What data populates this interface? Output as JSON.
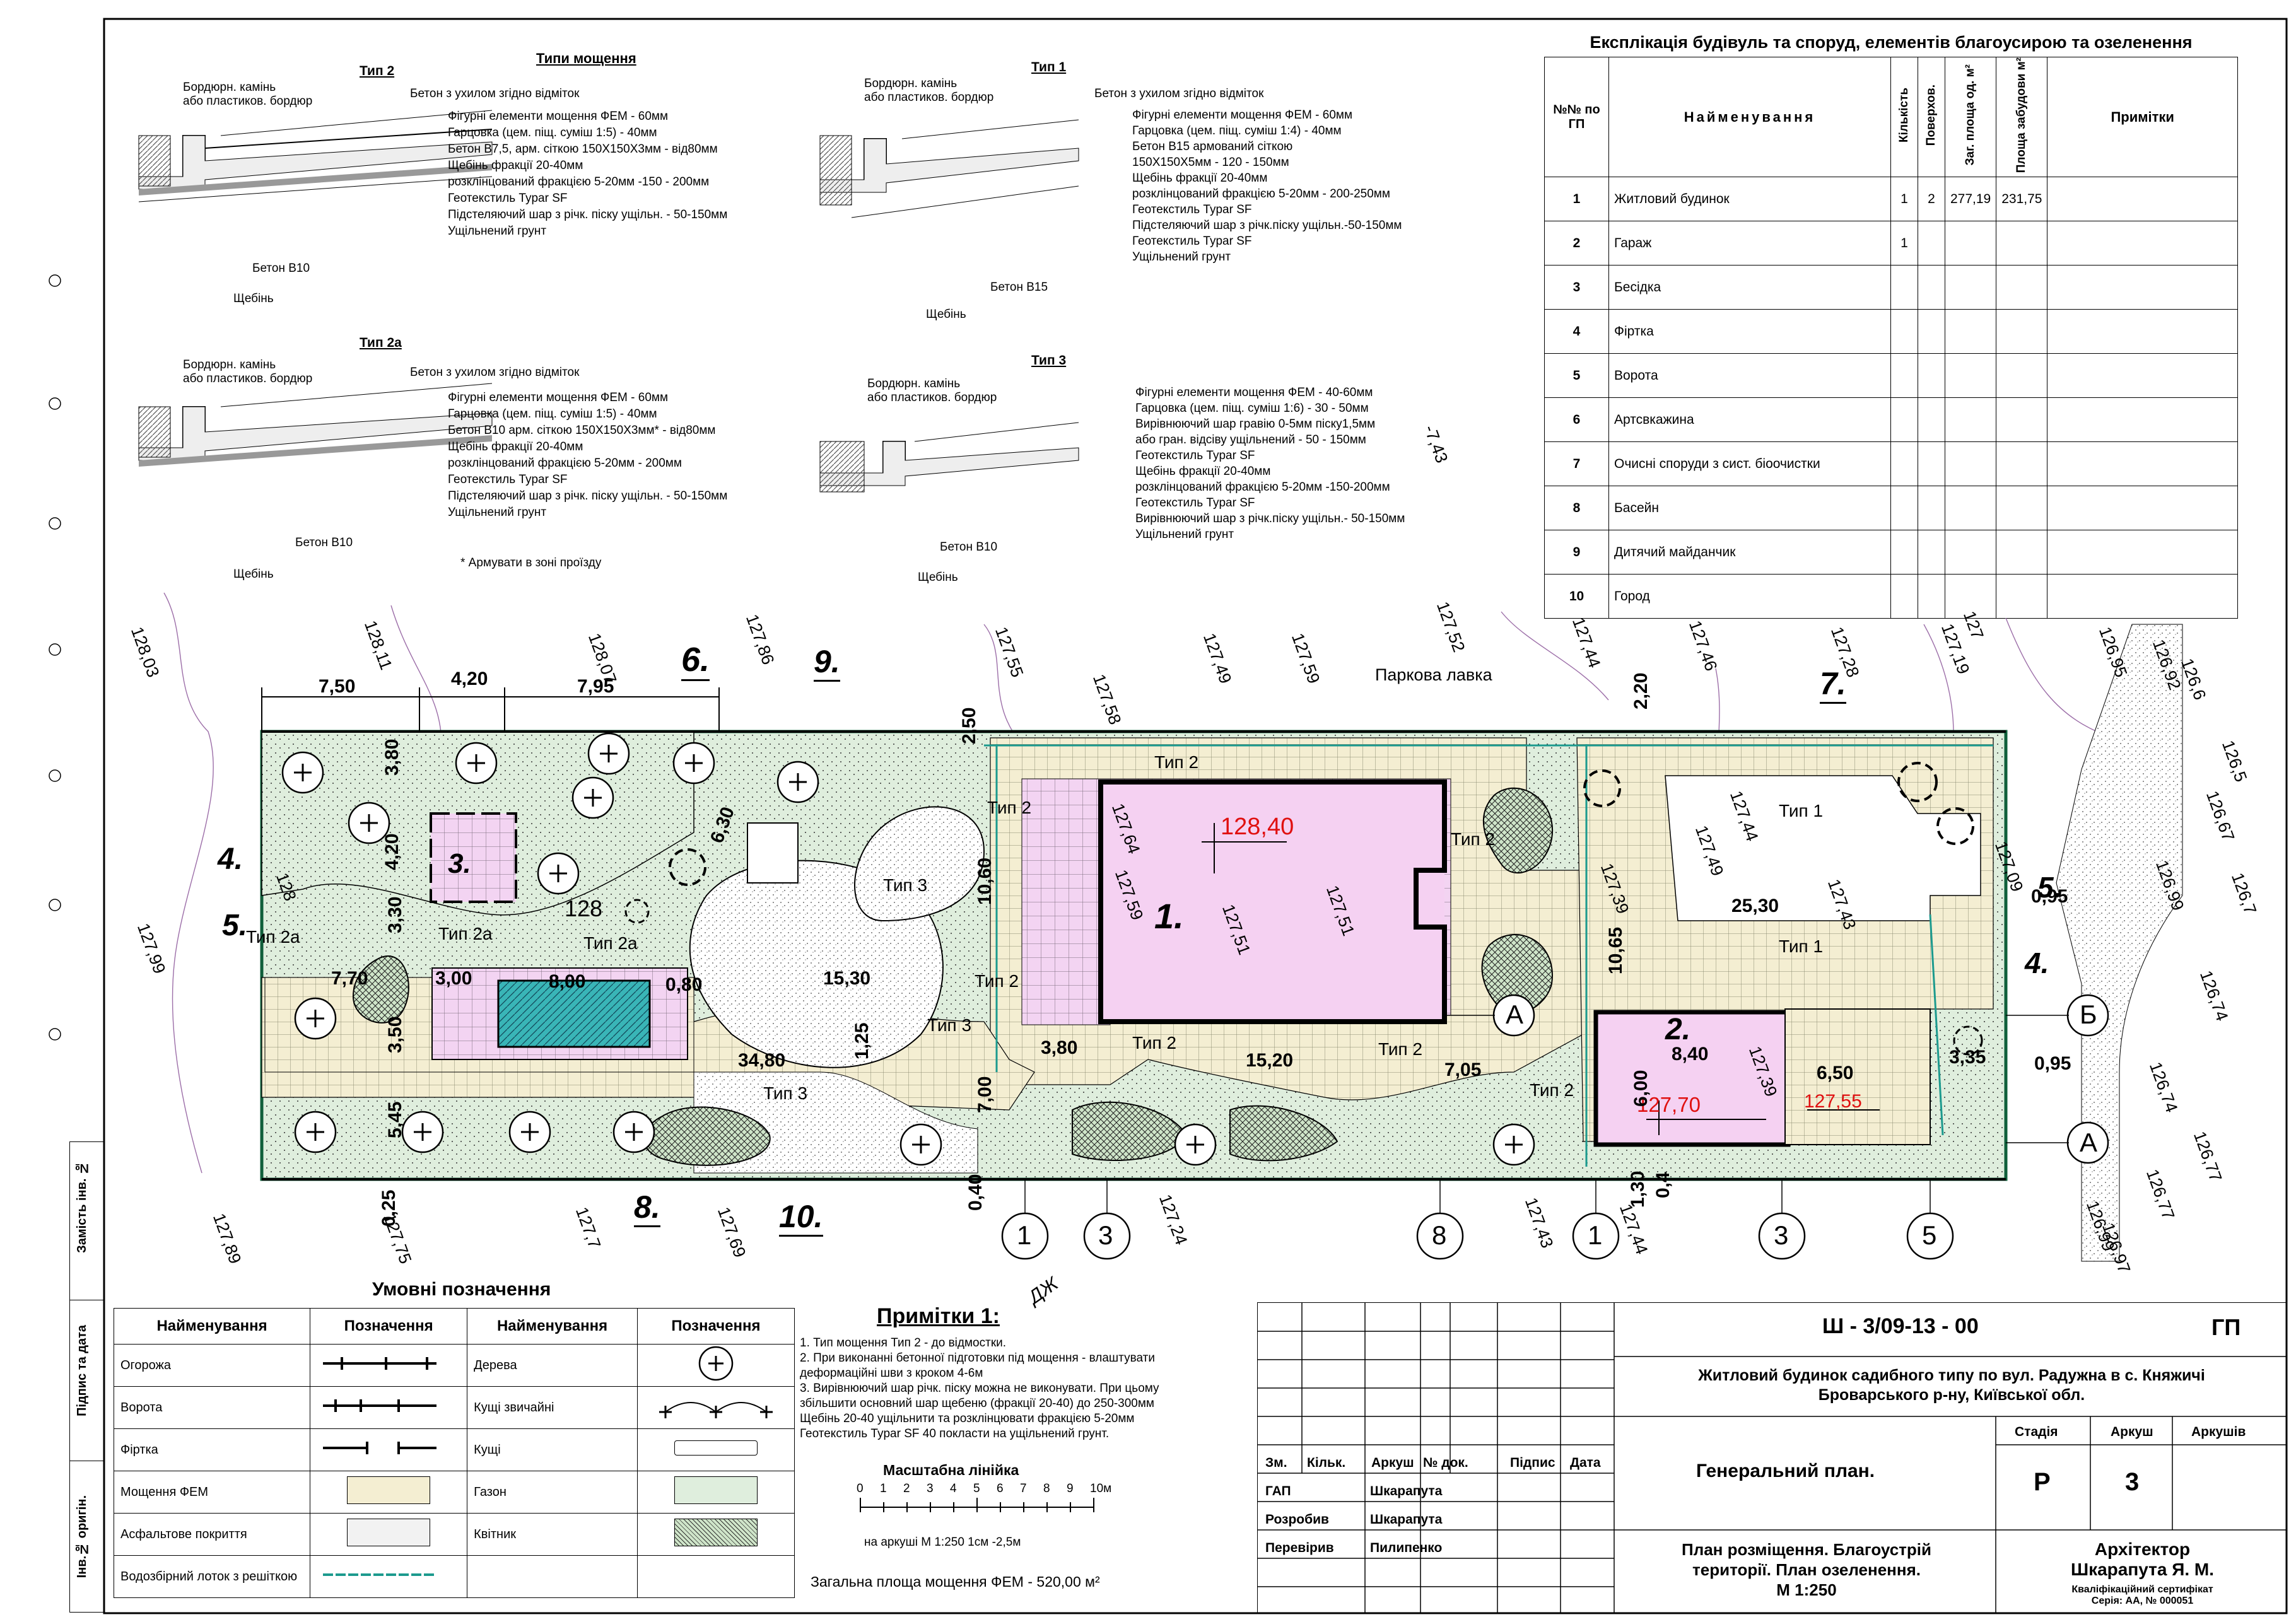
{
  "explication": {
    "title": "Експлікація будівуль та споруд, елементів благоусирою та озеленення",
    "headers": {
      "num": "№№ по ГП",
      "name": "Найменування",
      "count": "Кількість",
      "floors": "Поверхов.",
      "area_total": "Заг. площа од. м²",
      "area_built": "Площа забудови м²",
      "notes": "Примітки"
    },
    "rows": [
      {
        "num": "1",
        "name": "Житловий будинок",
        "count": "1",
        "floors": "2",
        "area_total": "277,19",
        "area_built": "231,75"
      },
      {
        "num": "2",
        "name": "Гараж",
        "count": "1",
        "floors": "",
        "area_total": "",
        "area_built": ""
      },
      {
        "num": "3",
        "name": "Бесідка",
        "count": "",
        "floors": "",
        "area_total": "",
        "area_built": ""
      },
      {
        "num": "4",
        "name": "Фіртка",
        "count": "",
        "floors": "",
        "area_total": "",
        "area_built": ""
      },
      {
        "num": "5",
        "name": "Ворота",
        "count": "",
        "floors": "",
        "area_total": "",
        "area_built": ""
      },
      {
        "num": "6",
        "name": "Артсвкажина",
        "count": "",
        "floors": "",
        "area_total": "",
        "area_built": ""
      },
      {
        "num": "7",
        "name": "Очисні споруди з сист. біоочистки",
        "count": "",
        "floors": "",
        "area_total": "",
        "area_built": ""
      },
      {
        "num": "8",
        "name": "Басейн",
        "count": "",
        "floors": "",
        "area_total": "",
        "area_built": ""
      },
      {
        "num": "9",
        "name": "Дитячий майданчик",
        "count": "",
        "floors": "",
        "area_total": "",
        "area_built": ""
      },
      {
        "num": "10",
        "name": "Город",
        "count": "",
        "floors": "",
        "area_total": "",
        "area_built": ""
      }
    ]
  },
  "paving": {
    "title": "Типи мощення",
    "type2": {
      "name": "Тип 2",
      "curb": [
        "Бордюрн. камінь",
        "або пластиков. бордюр"
      ],
      "slope": "Бетон з ухилом згідно відміток",
      "layers": [
        "Фігурні елементи мощення ФЕМ - 60мм",
        "Гарцовка (цем. піщ. суміш 1:5) - 40мм",
        "Бетон В7,5, арм. сіткою 150Х150Х3мм - від80мм",
        "Щебінь фракції 20-40мм",
        "розклінцований фракцією 5-20мм -150 - 200мм",
        "Геотекстиль Typar SF",
        "Підстеляючий шар з річк. піску ущільн. - 50-150мм",
        "Ущільнений грунт"
      ],
      "concrete": "Бетон В10",
      "gravel": "Щебінь"
    },
    "type1": {
      "name": "Тип 1",
      "curb": [
        "Бордюрн. камінь",
        "або пластиков. бордюр"
      ],
      "slope": "Бетон з ухилом згідно відміток",
      "layers": [
        "Фігурні елементи мощення ФЕМ - 60мм",
        "Гарцовка (цем. піщ. суміш 1:4) - 40мм",
        "Бетон В15 армований сіткою",
        "150Х150Х5мм - 120 - 150мм",
        "Щебінь фракції 20-40мм",
        "розклінцований фракцією 5-20мм - 200-250мм",
        "Геотекстиль Typar SF",
        "Підстеляючий шар з річк.піску ущільн.-50-150мм",
        "Геотекстиль Typar SF",
        "Ущільнений грунт"
      ],
      "concrete": "Бетон В15",
      "gravel": "Щебінь"
    },
    "type2a": {
      "name": "Тип 2а",
      "curb": [
        "Бордюрн. камінь",
        "або пластиков. бордюр"
      ],
      "slope": "Бетон з ухилом згідно відміток",
      "layers": [
        "Фігурні елементи мощення ФЕМ - 60мм",
        "Гарцовка (цем. піщ. суміш 1:5) - 40мм",
        "Бетон В10 арм. сіткою 150Х150Х3мм* - від80мм",
        "Щебінь фракції 20-40мм",
        "розклінцований фракцією 5-20мм - 200мм",
        "Геотекстиль Typar SF",
        "Підстеляючий шар з річк. піску ущільн. - 50-150мм",
        "Ущільнений грунт"
      ],
      "concrete": "Бетон В10",
      "gravel": "Щебінь",
      "footnote": "* Армувати в зоні проїзду"
    },
    "type3": {
      "name": "Тип 3",
      "curb": [
        "Бордюрн. камінь",
        "або пластиков. бордюр"
      ],
      "layers": [
        "Фігурні елементи мощення ФЕМ - 40-60мм",
        "Гарцовка (цем. піщ. суміш 1:6) - 30 - 50мм",
        "Вирівнюючий шар гравію 0-5мм піску1,5мм",
        "або гран. відсіву ущільнений - 50 - 150мм",
        "Геотекстиль Typar SF",
        "Щебінь фракції 20-40мм",
        "розклінцований фракцією 5-20мм -150-200мм",
        "Геотекстиль Typar SF",
        "Вирівнюючий шар з річк.піску ущільн.- 50-150мм",
        "Ущільнений грунт"
      ],
      "concrete": "Бетон В10",
      "gravel": "Щебінь"
    }
  },
  "plan": {
    "house_elev": "128,40",
    "garage_elev": "127,70",
    "garage_elev2": "127,55",
    "house_num": "1.",
    "garage_num": "2.",
    "gazebo_num": "3.",
    "gate_left": "4.",
    "gate_left2": "5.",
    "gate_right": "5.",
    "gate_right2": "4.",
    "well_num": "6.",
    "septic_num": "7.",
    "pool_num": "8.",
    "playground_num": "9.",
    "garden_num": "10.",
    "bench_label": "Паркова лавка",
    "road_label": "ДЖ",
    "dims": [
      "7,50",
      "4,20",
      "7,95",
      "2,50",
      "10,60",
      "10,65",
      "25,30",
      "15,30",
      "34,80",
      "15,20",
      "7,05",
      "3,80",
      "7,00",
      "8,00",
      "3,00",
      "0,80",
      "7,70",
      "8,40",
      "6,50",
      "6,00",
      "3,35",
      "0,95",
      "0,95",
      "2,20",
      "1,30",
      "0,4",
      "0,40",
      "0,25",
      "5,45",
      "3,50",
      "3,30",
      "3,80",
      "4,20",
      "6,30",
      "1,25"
    ],
    "paving_labels": [
      "Тип 2",
      "Тип 2",
      "Тип 2",
      "Тип 2",
      "Тип 2",
      "Тип 2",
      "Тип 2",
      "Тип 2а",
      "Тип 2а",
      "Тип 2а",
      "Тип 3",
      "Тип 3",
      "Тип 3",
      "Тип 1",
      "Тип 1"
    ],
    "elevations": [
      "128,03",
      "128,11",
      "128,07",
      "127,86",
      "127,55",
      "127,58",
      "127,49",
      "127,59",
      "127,52",
      "127,44",
      "127,46",
      "127,28",
      "127,19",
      "127",
      "126,95",
      "126,92",
      "126,6",
      "126,5",
      "126,67",
      "126,99",
      "126,7",
      "126,74",
      "126,74",
      "126,77",
      "126,77",
      "126,97",
      "126,99",
      "127,99",
      "127,89",
      "127,75",
      "127,7",
      "127,69",
      "127,24",
      "127,43",
      "127,44",
      "127,64",
      "127,59",
      "127,51",
      "127,51",
      "127,49",
      "127,43",
      "127,39",
      "127,39",
      "127,44",
      "127,09",
      "128",
      "128",
      "-7,43"
    ],
    "axes": [
      "1",
      "3",
      "8",
      "1",
      "3",
      "5",
      "А",
      "Б",
      "А"
    ]
  },
  "legend": {
    "title": "Умовні позначення",
    "h_name": "Найменування",
    "h_sign": "Позначення",
    "left": [
      "Огорожа",
      "Ворота",
      "Фіртка",
      "Мощення ФЕМ",
      "Асфальтове покриття",
      "Водозбірний лоток з решіткою"
    ],
    "right": [
      "Дерева",
      "Кущі звичайні",
      "Кущі",
      "Газон",
      "Квітник"
    ]
  },
  "notes": {
    "title": "Примітки 1:",
    "lines": [
      "1. Тип мощення Тип 2 - до відмостки.",
      "2. При виконанні бетонної підготовки під мощення - влаштувати",
      "деформаційні шви з кроком 4-6м",
      "3. Вирівнюючий шар річк. піску можна не виконувати. При цьому",
      "збільшити основний шар щебеню (фракції 20-40) до 250-300мм",
      "Щебінь 20-40 ущільнити та розклінцювати фракцією 5-20мм",
      "Геотекстиль Typar SF 40 покласти на ущільнений грунт."
    ],
    "scale_title": "Масштабна лінійка",
    "scale_ticks": [
      "0",
      "1",
      "2",
      "3",
      "4",
      "5",
      "6",
      "7",
      "8",
      "9",
      "10м"
    ],
    "scale_note": "на аркуші М 1:250 1см -2,5м",
    "total_area": "Загальна площа мощення ФЕМ - 520,00 м²"
  },
  "side_stamp": [
    "Інв.№ оригін.",
    "Підпис та дата",
    "Замість інв. №"
  ],
  "titleblock": {
    "code": "Ш - 3/09-13 - 00",
    "sheet_type": "ГП",
    "project": [
      "Житловий будинок садибного типу по вул. Радужна в с. Княжичі",
      "Броварського р-ну, Київської обл."
    ],
    "cols": [
      "Зм.",
      "Кільк.",
      "Аркуш",
      "№ док.",
      "Підпис",
      "Дата"
    ],
    "roles": [
      {
        "role": "ГАП",
        "name": "Шкарапута"
      },
      {
        "role": "Розробив",
        "name": "Шкарапута"
      },
      {
        "role": "Перевірив",
        "name": "Пилипенко"
      }
    ],
    "section": "Генеральний план.",
    "stage_h": "Стадія",
    "sheet_h": "Аркуш",
    "sheets_h": "Аркушів",
    "stage": "Р",
    "sheet": "3",
    "drawing": [
      "План розміщення. Благоустрій",
      "території. План озеленення.",
      "М 1:250"
    ],
    "author": [
      "Архітектор",
      "Шкарапута Я. М."
    ],
    "cert": [
      "Кваліфікаційний сертифікат",
      "Серія: АА, № 000051"
    ]
  },
  "colors": {
    "lawn": "#dfeedd",
    "paving": "#f4eed2",
    "pink": "#f3d4f2",
    "pool": "#39b5b7",
    "elev_red": "#e01010",
    "drain": "#1c9a8e"
  }
}
